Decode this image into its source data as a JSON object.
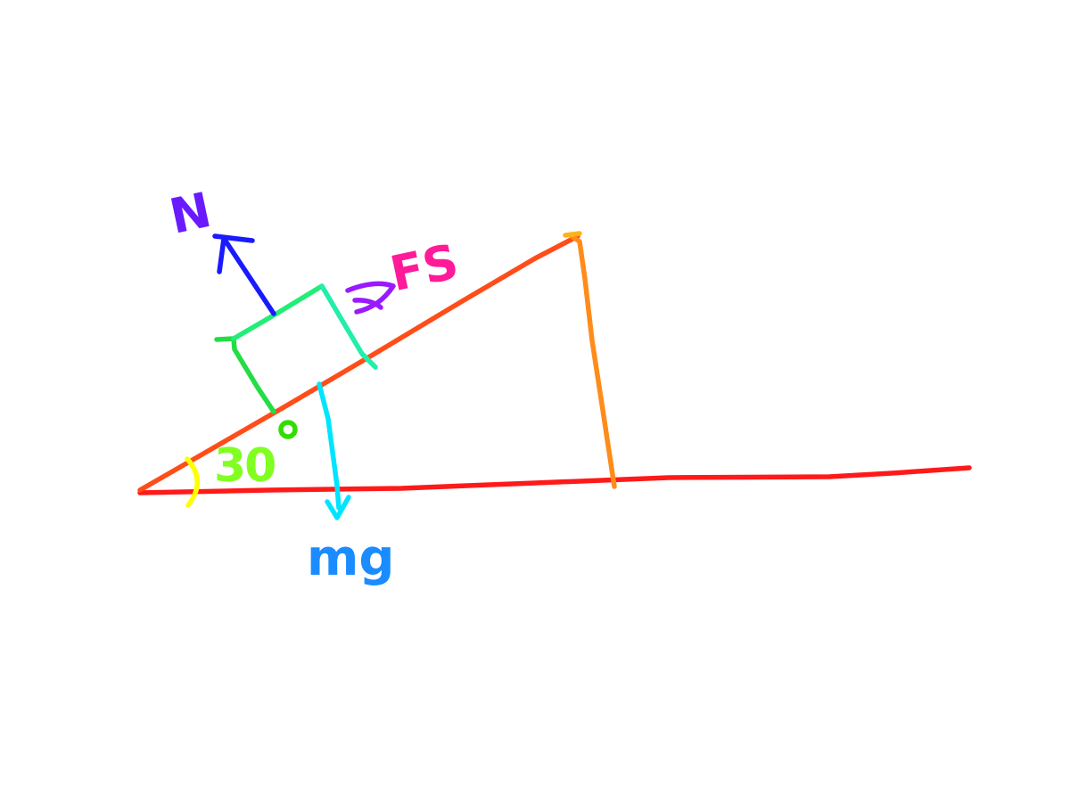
{
  "labels": {
    "normal": "N",
    "static_friction": "FS",
    "weight": "mg",
    "angle": "30"
  },
  "colors": {
    "ground": "#ff1a1a",
    "incline": "#ff4d1a",
    "height_line": "#ff8c1a",
    "angle_arc": "#ffff00",
    "angle_text": "#80ff20",
    "degree_symbol": "#33dd00",
    "block_left": "#22dd44",
    "block_top": "#22ee77",
    "block_right": "#22eeaa",
    "weight_arrow": "#00e5ff",
    "weight_text_m": "#1ab2ff",
    "weight_text_g": "#1a66ff",
    "normal_arrow": "#1a1aff",
    "normal_text": "#6a1aff",
    "friction_arrow": "#9a1aff",
    "friction_text_f": "#ff1aff",
    "friction_text_s": "#ff1a55"
  },
  "icons": {
    "normal_arrow": "arrow-up-left-icon",
    "friction_arrow": "arrow-left-icon",
    "weight_arrow": "arrow-down-icon",
    "angle_arc": "arc-icon",
    "degree": "degree-icon"
  }
}
